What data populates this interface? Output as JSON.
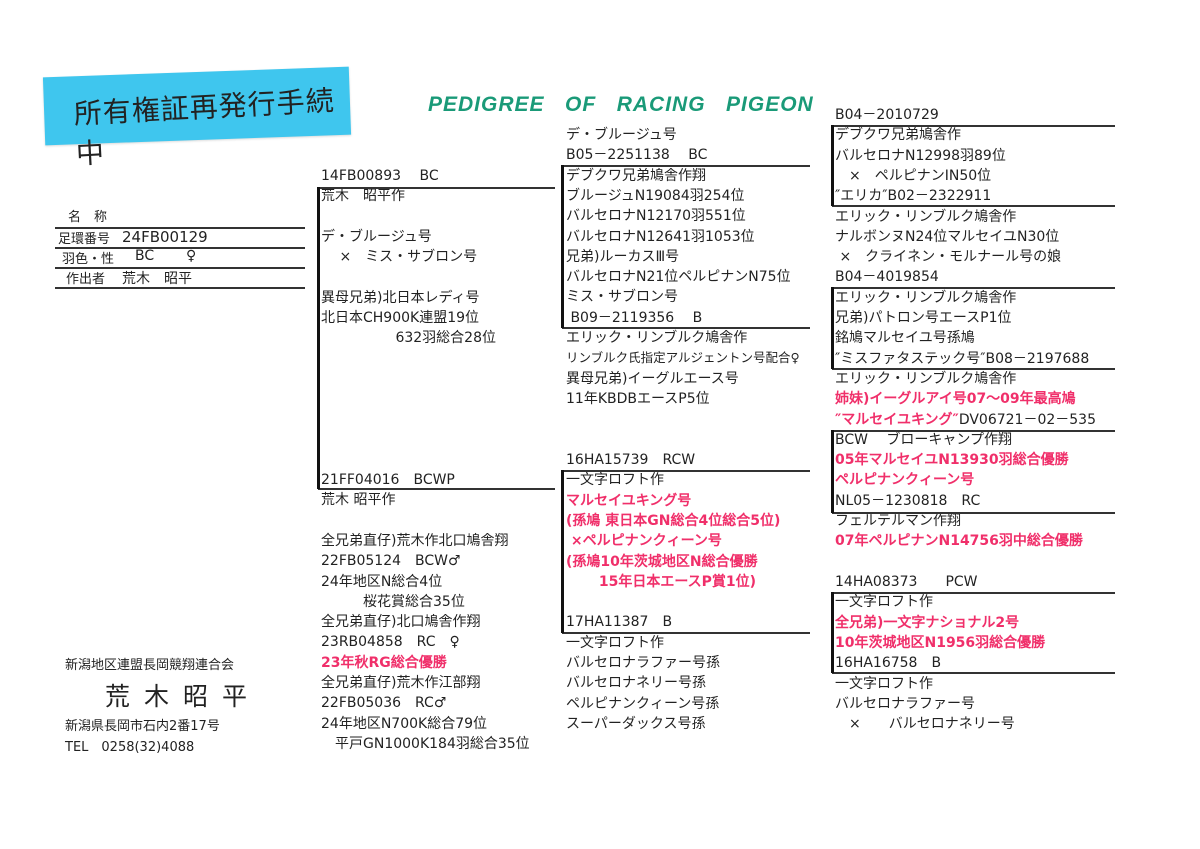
{
  "sticky_note": "所有権証再発行手続中",
  "title": "PEDIGREE   OF   RACING   PIGEON",
  "info": {
    "name_label": "名　称",
    "ring_label": "足環番号",
    "ring_value": "24FB00129",
    "color_sex_label": "羽色・性",
    "color_value": "BC",
    "sex_value": "♀",
    "breeder_label": "作出者",
    "breeder_value": "荒木　昭平"
  },
  "footer": {
    "association": "新潟地区連盟長岡競翔連合会",
    "owner_name": "荒木昭平",
    "address": "新潟県長岡市石内2番17号",
    "tel": "TEL　0258(32)4088"
  },
  "blocks": [
    {
      "id": "sire",
      "lines": [
        {
          "text": "14FB00893　 BC"
        },
        {
          "text": "荒木　昭平作"
        },
        {
          "text": ""
        },
        {
          "text": "デ・ブルージュ号"
        },
        {
          "text": "　 ×　ミス・サブロン号"
        },
        {
          "text": ""
        },
        {
          "text": "異母兄弟)北日本レディ号"
        },
        {
          "text": "北日本CH900K連盟19位"
        },
        {
          "text": "　　　　　 632羽総合28位"
        }
      ]
    },
    {
      "id": "dam",
      "lines": [
        {
          "text": "21FF04016　BCWP"
        },
        {
          "text": "荒木 昭平作"
        },
        {
          "text": ""
        },
        {
          "text": "全兄弟直仔)荒木作北口鳩舎翔"
        },
        {
          "text": "22FB05124　BCW♂"
        },
        {
          "text": "24年地区N総合4位"
        },
        {
          "text": "　　　桜花賞総合35位"
        },
        {
          "text": "全兄弟直仔)北口鳩舎作翔"
        },
        {
          "text": "23RB04858　RC　♀"
        },
        {
          "text": "23年秋RG総合優勝",
          "hl": true
        },
        {
          "text": "全兄弟直仔)荒木作江部翔"
        },
        {
          "text": "22FB05036　RC♂"
        },
        {
          "text": "24年地区N700K総合79位"
        },
        {
          "text": "　平戸GN1000K184羽総合35位"
        }
      ]
    },
    {
      "id": "sire-parents",
      "lines": [
        {
          "text": "デ・ブルージュ号"
        },
        {
          "text": "B05－2251138　 BC"
        },
        {
          "text": "デブクワ兄弟鳩舎作翔"
        },
        {
          "text": "ブルージュN19084羽254位"
        },
        {
          "text": "バルセロナN12170羽551位"
        },
        {
          "text": "バルセロナN12641羽1053位"
        },
        {
          "text": "兄弟)ルーカスⅢ号"
        },
        {
          "text": "バルセロナN21位ペルピナンN75位"
        },
        {
          "text": "ミス・サブロン号"
        },
        {
          "text": " B09－2119356　 B"
        },
        {
          "text": "エリック・リンブルク鳩舎作"
        },
        {
          "text": "リンブルク氏指定アルジェントン号配合♀",
          "small": true
        },
        {
          "text": "異母兄弟)イーグルエース号"
        },
        {
          "text": "11年KBDBエースP5位"
        }
      ]
    },
    {
      "id": "dam-parents",
      "lines": [
        {
          "text": "16HA15739　RCW"
        },
        {
          "text": "一文字ロフト作"
        },
        {
          "text": "マルセイユキング号",
          "hl": true
        },
        {
          "text": "(孫鳩 東日本GN総合4位総合5位)",
          "hl": true
        },
        {
          "text": " ×ペルピナンクィーン号",
          "hl": true
        },
        {
          "text": "(孫鳩10年茨城地区N総合優勝",
          "hl": true
        },
        {
          "text": "　　 15年日本エースP賞1位)",
          "hl": true
        },
        {
          "text": ""
        },
        {
          "text": "17HA11387　B"
        },
        {
          "text": "一文字ロフト作"
        },
        {
          "text": "バルセロナラファー号孫"
        },
        {
          "text": "バルセロナネリー号孫"
        },
        {
          "text": "ペルピナンクィーン号孫"
        },
        {
          "text": "スーパーダックス号孫"
        }
      ]
    },
    {
      "id": "grandparents-top",
      "lines": [
        {
          "text": "B04－2010729"
        },
        {
          "text": "デブクワ兄弟鳩舎作"
        },
        {
          "text": "バルセロナN12998羽89位"
        },
        {
          "text": "　×　ペルピナンIN50位"
        },
        {
          "text": "″エリカ″B02－2322911"
        },
        {
          "text": "エリック・リンブルク鳩舎作"
        },
        {
          "text": "ナルボンヌN24位マルセイユN30位"
        },
        {
          "text": " ×　クライネン・モルナール号の娘"
        },
        {
          "text": "B04－4019854"
        },
        {
          "text": "エリック・リンブルク鳩舎作"
        },
        {
          "text": "兄弟)パトロン号エースP1位"
        },
        {
          "text": "銘鳩マルセイユ号孫鳩"
        },
        {
          "text": "″ミスファタステック号″B08－2197688"
        },
        {
          "text": "エリック・リンブルク鳩舎作"
        },
        {
          "text": "姉妹)イーグルアイ号07～09年最高鳩",
          "hl": true
        },
        {
          "prefix": "″マルセイユキング″",
          "text": "DV06721－02－535"
        },
        {
          "text": "BCW　 ブローキャンプ作翔"
        },
        {
          "text": "05年マルセイユN13930羽総合優勝",
          "hl": true
        },
        {
          "text": "ペルピナンクィーン号",
          "hl": true
        },
        {
          "text": "NL05－1230818　RC"
        },
        {
          "text": "フェルテルマン作翔"
        },
        {
          "text": "07年ペルピナンN14756羽中総合優勝",
          "hl": true
        }
      ]
    },
    {
      "id": "grandparents-bottom",
      "lines": [
        {
          "text": "14HA08373　　PCW"
        },
        {
          "text": "一文字ロフト作"
        },
        {
          "text": "全兄弟)一文字ナショナル2号",
          "hl": true
        },
        {
          "text": "10年茨城地区N1956羽総合優勝",
          "hl": true
        },
        {
          "text": "16HA16758　B"
        },
        {
          "text": "一文字ロフト作"
        },
        {
          "text": "バルセロナラファー号"
        },
        {
          "text": "　×　　バルセロナネリー号"
        }
      ]
    }
  ]
}
